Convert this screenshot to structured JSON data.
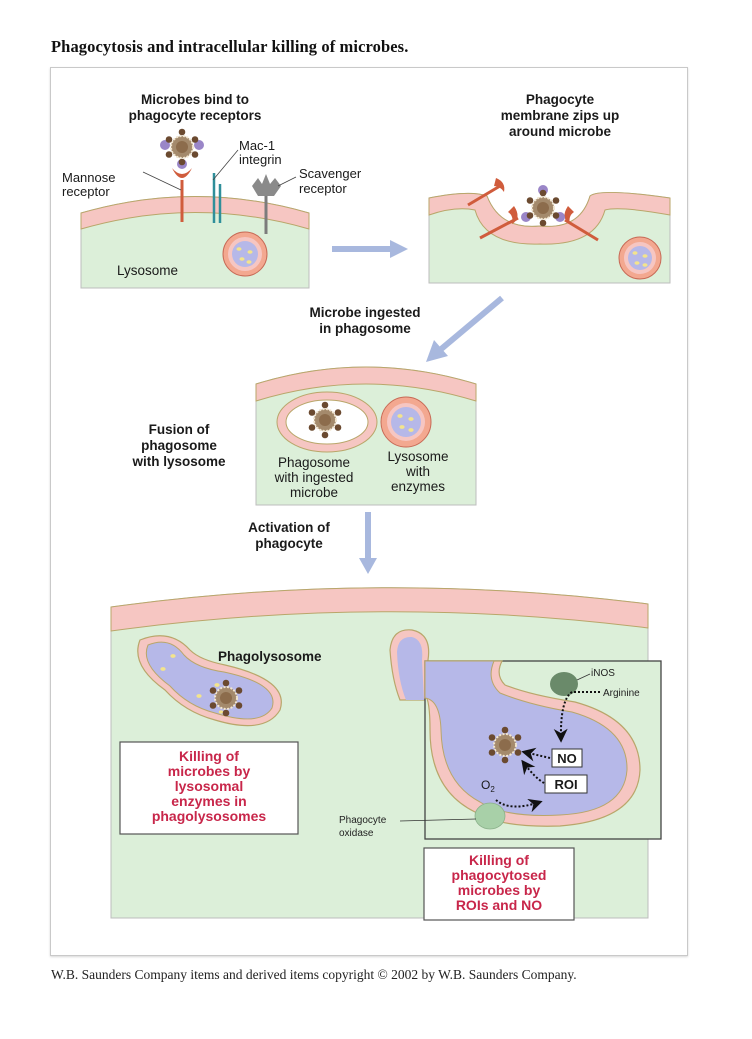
{
  "title": "Phagocytosis and intracellular killing of microbes.",
  "colors": {
    "cytoplasm": "#dcefd9",
    "membrane": "#f6c6c2",
    "membrane_edge": "#b9a66a",
    "lysosome_lumen": "#b6b8e8",
    "receptor_mannose": "#d05c3c",
    "receptor_mac1": "#2f8f9a",
    "receptor_scavenger": "#8a8a8a",
    "microbe_core": "#a48a6c",
    "ligand": "#9a86c8",
    "arrow": "#a8b8de",
    "killing_text": "#c8264a",
    "inos": "#6a8a6a",
    "oxidase": "#a8d0a8"
  },
  "steps": {
    "step1": {
      "heading": [
        "Microbes bind to",
        "phagocyte receptors"
      ],
      "labels": {
        "mannose": [
          "Mannose",
          "receptor"
        ],
        "mac1": [
          "Mac-1",
          "integrin"
        ],
        "scavenger": [
          "Scavenger",
          "receptor"
        ],
        "lysosome": "Lysosome"
      }
    },
    "step2": {
      "heading": [
        "Phagocyte",
        "membrane zips up",
        "around microbe"
      ]
    },
    "step3": {
      "arrow_label": [
        "Microbe ingested",
        "in phagosome"
      ],
      "side_label": [
        "Fusion of",
        "phagosome",
        "with lysosome"
      ],
      "phagosome_label": [
        "Phagosome",
        "with ingested",
        "microbe"
      ],
      "lysosome_label": [
        "Lysosome",
        "with",
        "enzymes"
      ]
    },
    "step4": {
      "arrow_label": [
        "Activation of",
        "phagocyte"
      ],
      "phagolysosome_label": "Phagolysosome",
      "killing_lysosomal": [
        "Killing of",
        "microbes by",
        "lysosomal",
        "enzymes in",
        "phagolysosomes"
      ],
      "inset": {
        "inos": "iNOS",
        "arginine": "Arginine",
        "no": "NO",
        "roi": "ROI",
        "o2": "O",
        "o2_sub": "2",
        "oxidase": [
          "Phagocyte",
          "oxidase"
        ]
      },
      "killing_roi": [
        "Killing of",
        "phagocytosed",
        "microbes by",
        "ROIs and NO"
      ]
    }
  },
  "footer": "W.B. Saunders Company items and derived items copyright © 2002 by W.B. Saunders Company."
}
